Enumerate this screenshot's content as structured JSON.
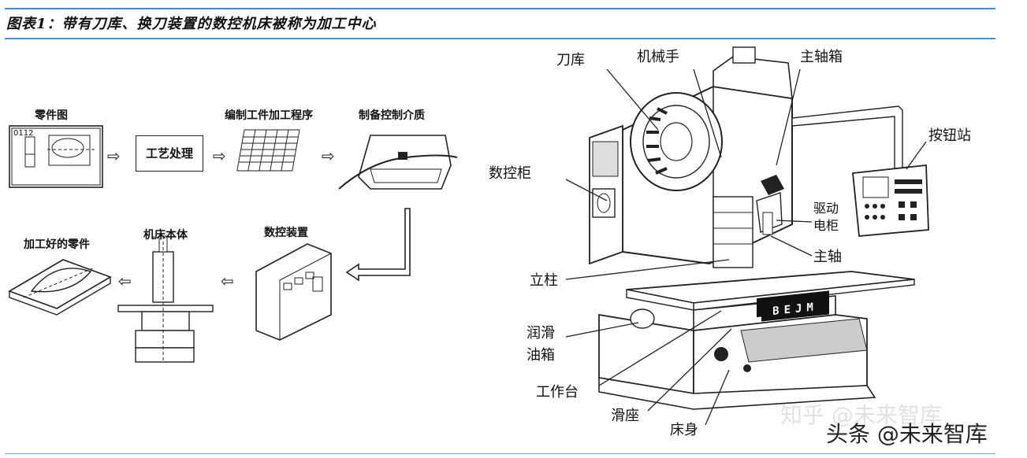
{
  "figure": {
    "title": "图表1：带有刀库、换刀装置的数控机床被称为加工中心"
  },
  "flow": {
    "part_drawing": "零件图",
    "part_code": "0112",
    "process": "工艺处理",
    "program": "编制工件加工程序",
    "medium": "制备控制介质",
    "nc_device": "数控装置",
    "machine_body": "机床本体",
    "finished_part": "加工好的零件"
  },
  "machine": {
    "tool_magazine": "刀库",
    "manipulator": "机械手",
    "spindle_box": "主轴箱",
    "button_station": "按钮站",
    "nc_cabinet": "数控柜",
    "drive_cabinet_l1": "驱动",
    "drive_cabinet_l2": "电柜",
    "spindle": "主轴",
    "column": "立柱",
    "lube_l1": "润滑",
    "lube_l2": "油箱",
    "worktable": "工作台",
    "saddle": "滑座",
    "bed": "床身",
    "brand": "BEJM"
  },
  "watermark": {
    "faint": "知乎 @未来智库",
    "bold": "头条 @未来智库"
  }
}
